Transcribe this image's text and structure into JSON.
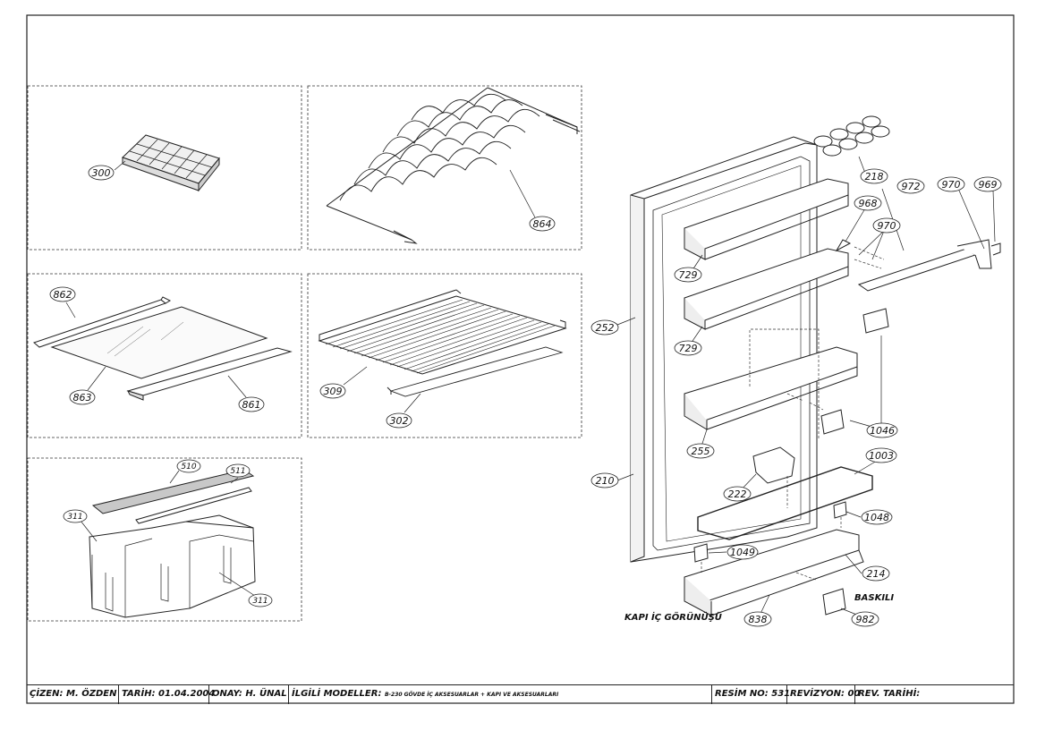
{
  "title_block": {
    "drawn_by": "ÇİZEN: M. ÖZDEN",
    "date": "TARİH: 01.04.2004",
    "approved": "ONAY: H. ÜNAL",
    "models_label": "İLGİLİ MODELLER:",
    "models_value": "B-230 GÖVDE İÇ AKSESUARLAR + KAPI VE AKSESUARLARI",
    "drawing_no": "RESİM NO: 531",
    "revision": "REVİZYON: 00",
    "rev_date": "REV. TARİHİ:"
  },
  "captions": {
    "door_view": "KAPI İÇ GÖRÜNÜŞÜ",
    "printed": "BASKILI"
  },
  "parts": {
    "p300": "300",
    "p864": "864",
    "p862": "862",
    "p863": "863",
    "p861": "861",
    "p309": "309",
    "p302": "302",
    "p510": "510",
    "p511": "511",
    "p311a": "311",
    "p311b": "311",
    "p218": "218",
    "p972": "972",
    "p970a": "970",
    "p969": "969",
    "p968": "968",
    "p970b": "970",
    "p729a": "729",
    "p729b": "729",
    "p252": "252",
    "p1046": "1046",
    "p255": "255",
    "p1003": "1003",
    "p222": "222",
    "p210": "210",
    "p1048": "1048",
    "p1049": "1049",
    "p214": "214",
    "p838": "838",
    "p982": "982"
  }
}
